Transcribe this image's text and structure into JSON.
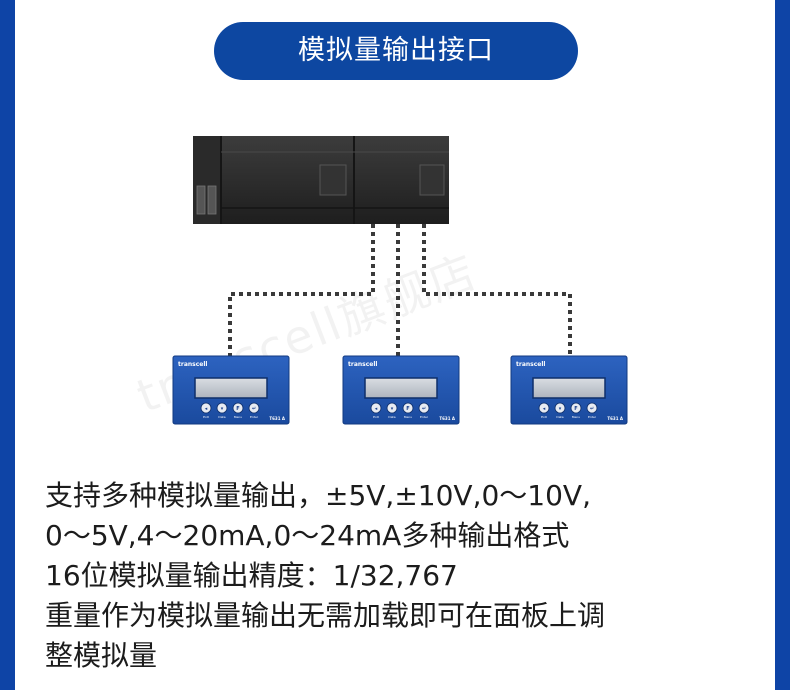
{
  "header": {
    "title": "模拟量输出接口"
  },
  "watermark": "transcell旗舰店",
  "devices": [
    {
      "brand": "transcell",
      "model": "T631 A",
      "buttons": [
        {
          "glyph": "◂",
          "label": "Exit"
        },
        {
          "glyph": "▾",
          "label": "Data"
        },
        {
          "glyph": "F",
          "label": "Menu"
        },
        {
          "glyph": "↵",
          "label": "Enter"
        }
      ]
    },
    {
      "brand": "transcell",
      "model": "T631 A",
      "buttons": [
        {
          "glyph": "◂",
          "label": "Exit"
        },
        {
          "glyph": "▾",
          "label": "Data"
        },
        {
          "glyph": "F",
          "label": "Menu"
        },
        {
          "glyph": "↵",
          "label": "Enter"
        }
      ]
    },
    {
      "brand": "transcell",
      "model": "T631 A",
      "buttons": [
        {
          "glyph": "◂",
          "label": "Exit"
        },
        {
          "glyph": "▾",
          "label": "Data"
        },
        {
          "glyph": "F",
          "label": "Menu"
        },
        {
          "glyph": "↵",
          "label": "Enter"
        }
      ]
    }
  ],
  "colors": {
    "background": "#0e44a6",
    "title_pill": "#0d47a1",
    "device_body": "#1f55b3",
    "plc_body": "#2b2b2b",
    "connector": "#3a3a3a"
  },
  "description": {
    "lines": [
      "支持多种模拟量输出，±5V,±10V,0～10V,",
      "0～5V,4～20mA,0～24mA多种输出格式",
      "16位模拟量输出精度：1/32,767",
      "重量作为模拟量输出无需加载即可在面板上调",
      "整模拟量"
    ]
  }
}
